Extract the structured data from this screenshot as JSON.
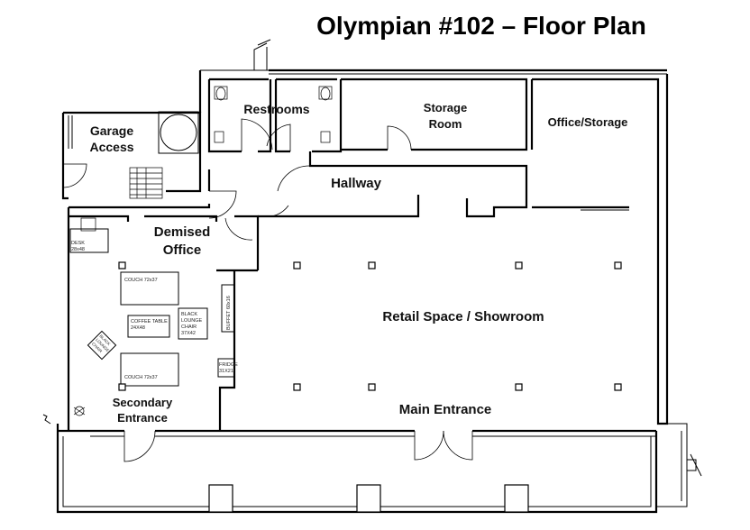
{
  "title": "Olympian #102 – Floor Plan",
  "rooms": {
    "garage_line1": "Garage",
    "garage_line2": "Access",
    "restrooms": "Restrooms",
    "storage_line1": "Storage",
    "storage_line2": "Room",
    "office_storage": "Office/Storage",
    "hallway": "Hallway",
    "demised_line1": "Demised",
    "demised_line2": "Office",
    "retail": "Retail Space / Showroom",
    "main_entrance": "Main Entrance",
    "secondary_line1": "Secondary",
    "secondary_line2": "Entrance"
  },
  "furniture": {
    "desk_line1": "DESK",
    "desk_line2": "28x48",
    "couch_top": "COUCH 72x37",
    "couch_bottom": "COUCH 72x37",
    "coffee_line1": "COFFEE TABLE",
    "coffee_line2": "24X48",
    "chair_line1": "BLACK",
    "chair_line2": "LOUNGE",
    "chair_line3": "CHAIR",
    "chair_line4": "37X42",
    "buffet": "BUFFET 60x16",
    "fridge_line1": "FRIDGE",
    "fridge_line2": "31X21",
    "plant_line1": "BLACK",
    "plant_line2": "LOUNGE",
    "plant_line3": "CHAIR"
  }
}
